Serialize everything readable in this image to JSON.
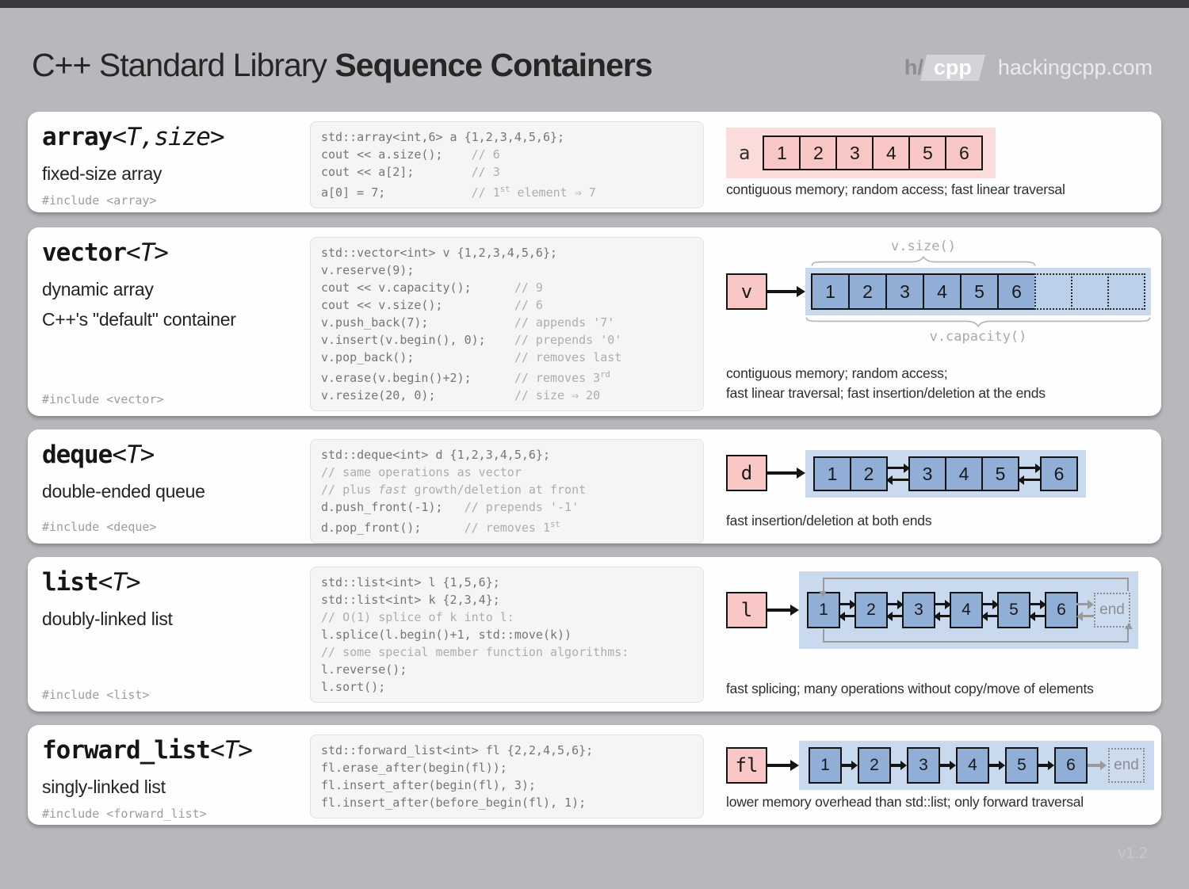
{
  "page": {
    "version": "v1.2"
  },
  "header": {
    "title_regular": "C++ Standard Library",
    "title_bold": "Sequence Containers",
    "logo_h": "h/",
    "logo_cpp": "cpp",
    "site": "hackingcpp.com"
  },
  "colors": {
    "cell_pink": "#f8c6c4",
    "panel_pink": "#fcdcdb",
    "label_pink": "#f9c8c6",
    "cell_blue": "#91afd6",
    "panel_blue": "#c9d9ee",
    "empty_cell_blue": "#bdd0e9"
  },
  "sections": [
    {
      "id": "array",
      "title_name": "array",
      "title_params": "<T,size>",
      "descriptions": [
        "fixed-size array"
      ],
      "include": "#include <array>",
      "code": [
        [
          {
            "t": "std::array<int,6> a {1,2,3,4,5,6};",
            "s": "c"
          }
        ],
        [
          {
            "t": "cout << a.size();    ",
            "s": "c"
          },
          {
            "t": "// 6",
            "s": "m"
          }
        ],
        [
          {
            "t": "cout << a[2];        ",
            "s": "c"
          },
          {
            "t": "// 3",
            "s": "m"
          }
        ],
        [
          {
            "t": "a[0] = 7;            ",
            "s": "c"
          },
          {
            "t": "// 1",
            "s": "m"
          },
          {
            "t": "st",
            "s": "sup"
          },
          {
            "t": " element ⇒ 7",
            "s": "m"
          }
        ]
      ],
      "caption": [
        "contiguous memory; random access; fast linear traversal"
      ],
      "diagram": {
        "type": "array",
        "label": "a",
        "cells": [
          "1",
          "2",
          "3",
          "4",
          "5",
          "6"
        ]
      }
    },
    {
      "id": "vector",
      "title_name": "vector",
      "title_params": "<T>",
      "descriptions": [
        "dynamic array",
        "C++'s \"default\" container"
      ],
      "include": "#include <vector>",
      "code": [
        [
          {
            "t": "std::vector<int> v {1,2,3,4,5,6};",
            "s": "c"
          }
        ],
        [
          {
            "t": "v.reserve(9);",
            "s": "c"
          }
        ],
        [
          {
            "t": "cout << v.capacity();      ",
            "s": "c"
          },
          {
            "t": "// 9",
            "s": "m"
          }
        ],
        [
          {
            "t": "cout << v.size();          ",
            "s": "c"
          },
          {
            "t": "// 6",
            "s": "m"
          }
        ],
        [
          {
            "t": "v.push_back(7);            ",
            "s": "c"
          },
          {
            "t": "// appends '7'",
            "s": "m"
          }
        ],
        [
          {
            "t": "v.insert(v.begin(), 0);    ",
            "s": "c"
          },
          {
            "t": "// prepends '0'",
            "s": "m"
          }
        ],
        [
          {
            "t": "v.pop_back();              ",
            "s": "c"
          },
          {
            "t": "// removes last",
            "s": "m"
          }
        ],
        [
          {
            "t": "v.erase(v.begin()+2);      ",
            "s": "c"
          },
          {
            "t": "// removes 3",
            "s": "m"
          },
          {
            "t": "rd",
            "s": "sup"
          }
        ],
        [
          {
            "t": "v.resize(20, 0);           ",
            "s": "c"
          },
          {
            "t": "// size ⇒ 20",
            "s": "m"
          }
        ]
      ],
      "caption": [
        "contiguous memory; random access;",
        "fast linear traversal; fast insertion/deletion at the ends"
      ],
      "diagram": {
        "type": "vector",
        "label": "v",
        "cells": [
          "1",
          "2",
          "3",
          "4",
          "5",
          "6"
        ],
        "empty_cells": 3,
        "size_label": "v.size()",
        "capacity_label": "v.capacity()"
      }
    },
    {
      "id": "deque",
      "title_name": "deque",
      "title_params": "<T>",
      "descriptions": [
        "double-ended queue"
      ],
      "include": "#include <deque>",
      "code": [
        [
          {
            "t": "std::deque<int> d {1,2,3,4,5,6};",
            "s": "c"
          }
        ],
        [
          {
            "t": "// same operations as vector",
            "s": "m"
          }
        ],
        [
          {
            "t": "// plus ",
            "s": "m"
          },
          {
            "t": "fast",
            "s": "mi"
          },
          {
            "t": " growth/deletion at front",
            "s": "m"
          }
        ],
        [
          {
            "t": "d.push_front(-1);   ",
            "s": "c"
          },
          {
            "t": "// prepends '-1'",
            "s": "m"
          }
        ],
        [
          {
            "t": "d.pop_front();      ",
            "s": "c"
          },
          {
            "t": "// removes 1",
            "s": "m"
          },
          {
            "t": "st",
            "s": "sup"
          }
        ]
      ],
      "caption": [
        "fast insertion/deletion at both ends"
      ],
      "diagram": {
        "type": "deque",
        "label": "d",
        "chunks": [
          [
            "1",
            "2"
          ],
          [
            "3",
            "4",
            "5"
          ],
          [
            "6"
          ]
        ]
      }
    },
    {
      "id": "list",
      "title_name": "list",
      "title_params": "<T>",
      "descriptions": [
        "doubly-linked list"
      ],
      "include": "#include <list>",
      "code": [
        [
          {
            "t": "std::list<int> l {1,5,6};",
            "s": "c"
          }
        ],
        [
          {
            "t": "std::list<int> k {2,3,4};",
            "s": "c"
          }
        ],
        [
          {
            "t": "// O(1) splice of k into l:",
            "s": "m"
          }
        ],
        [
          {
            "t": "l.splice(l.begin()+1, std::move(k))",
            "s": "c"
          }
        ],
        [
          {
            "t": "// some special member function algorithms:",
            "s": "m"
          }
        ],
        [
          {
            "t": "l.reverse();",
            "s": "c"
          }
        ],
        [
          {
            "t": "l.sort();",
            "s": "c"
          }
        ]
      ],
      "caption": [
        "fast splicing; many operations without copy/move of elements"
      ],
      "diagram": {
        "type": "list",
        "label": "l",
        "cells": [
          "1",
          "2",
          "3",
          "4",
          "5",
          "6"
        ],
        "end_label": "end"
      }
    },
    {
      "id": "forward_list",
      "title_name": "forward_list",
      "title_params": "<T>",
      "descriptions": [
        "singly-linked list"
      ],
      "include": "#include <forward_list>",
      "code": [
        [
          {
            "t": "std::forward_list<int> fl {2,2,4,5,6};",
            "s": "c"
          }
        ],
        [
          {
            "t": "fl.erase_after(begin(fl));",
            "s": "c"
          }
        ],
        [
          {
            "t": "fl.insert_after(begin(fl), 3);",
            "s": "c"
          }
        ],
        [
          {
            "t": "fl.insert_after(before_begin(fl), 1);",
            "s": "c"
          }
        ]
      ],
      "caption": [
        "lower memory overhead than std::list; only forward traversal"
      ],
      "diagram": {
        "type": "forward_list",
        "label": "fl",
        "cells": [
          "1",
          "2",
          "3",
          "4",
          "5",
          "6"
        ],
        "end_label": "end"
      }
    }
  ]
}
